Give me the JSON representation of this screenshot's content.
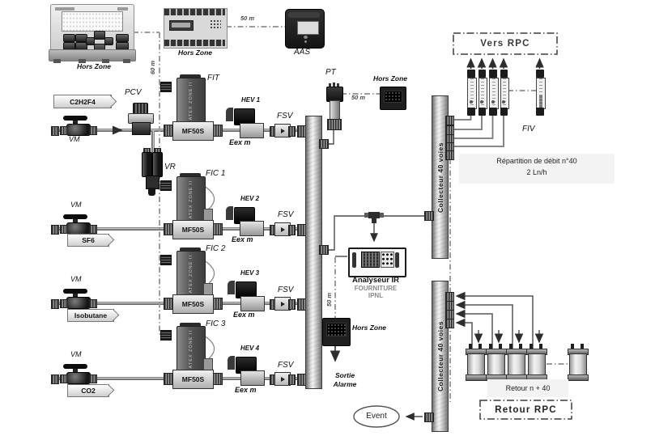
{
  "colors": {
    "background": "#ffffff",
    "pipe": "#6e6e6e",
    "dash_link": "#9c9c9c",
    "device_dark": "#1f1f1f",
    "text": "#111111"
  },
  "top": {
    "console": {
      "label": "Hors Zone"
    },
    "din": {
      "label": "Hors Zone"
    },
    "aas": {
      "label": "AAS"
    },
    "link_console_dist": "60 m",
    "link_aas_dist": "50 m"
  },
  "rows": [
    {
      "tag": "FIT",
      "gas": "C2H2F4",
      "valve": "VM",
      "atex": "ATEX ZONE II",
      "model": "MF50S",
      "hev": "HEV 1",
      "eex": "Eex m",
      "fsv": "FSV"
    },
    {
      "tag": "FIC 1",
      "gas": "SF6",
      "valve": "VM",
      "atex": "ATEX ZONE II",
      "model": "MF50S",
      "hev": "HEV 2",
      "eex": "Eex m",
      "fsv": "FSV"
    },
    {
      "tag": "FIC 2",
      "gas": "Isobutane",
      "valve": "VM",
      "atex": "ATEX ZONE II",
      "model": "MF50S",
      "hev": "HEV 3",
      "eex": "Eex m",
      "fsv": "FSV"
    },
    {
      "tag": "FIC 3",
      "gas": "CO2",
      "valve": "VM",
      "atex": "ATEX ZONE II",
      "model": "MF50S",
      "hev": "HEV 4",
      "eex": "Eex m",
      "fsv": "FSV"
    }
  ],
  "row1_extras": {
    "pcv": "PCV",
    "vr": "VR"
  },
  "pt": {
    "tag": "PT",
    "dist": "50 m",
    "hors_zone": "Hors Zone"
  },
  "analyser": {
    "title": "Analyseur IR",
    "line1": "FOURNITURE",
    "line2": "IPNL",
    "dist": "50 m",
    "hors_zone": "Hors Zone",
    "alarm1": "Sortie",
    "alarm2": "Alarme"
  },
  "collector1": {
    "label": "Collecteur 40 voies"
  },
  "collector2": {
    "label": "Collecteur 40 voies"
  },
  "distribution": {
    "vers_rpc": "Vers RPC",
    "fiv": "FIV",
    "note1": "Répartition de débit n°40",
    "note2": "2 Ln/h"
  },
  "retour": {
    "note": "Retour n + 40",
    "rpc": "Retour RPC"
  },
  "event": {
    "label": "Event"
  }
}
